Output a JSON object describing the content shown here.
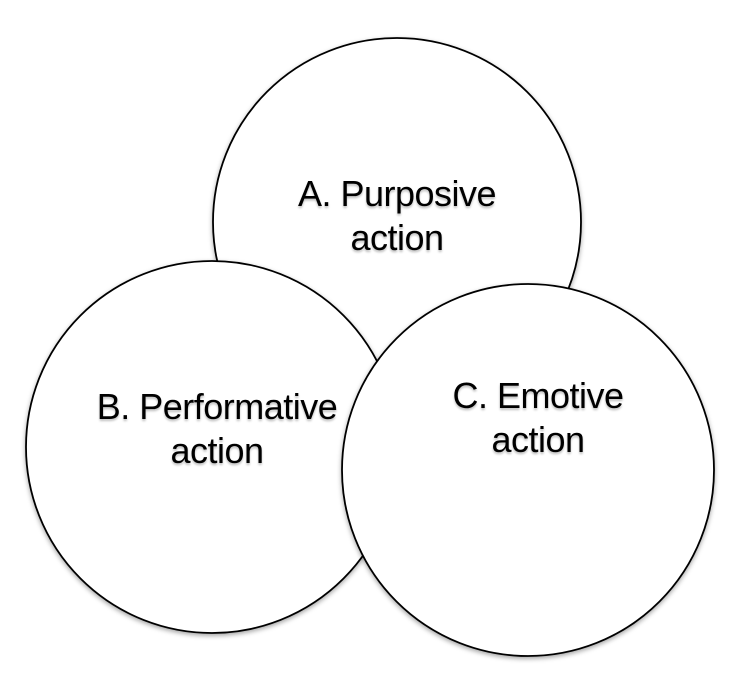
{
  "diagram": {
    "type": "venn-overlap",
    "background_color": "#ffffff",
    "circle_fill": "#ffffff",
    "circle_stroke": "#000000",
    "text_color": "#000000",
    "circles": [
      {
        "id": "A",
        "line1": "A. Purposive",
        "line2": "action"
      },
      {
        "id": "B",
        "line1": "B. Performative",
        "line2": "action"
      },
      {
        "id": "C",
        "line1": "C. Emotive",
        "line2": "action"
      }
    ]
  }
}
